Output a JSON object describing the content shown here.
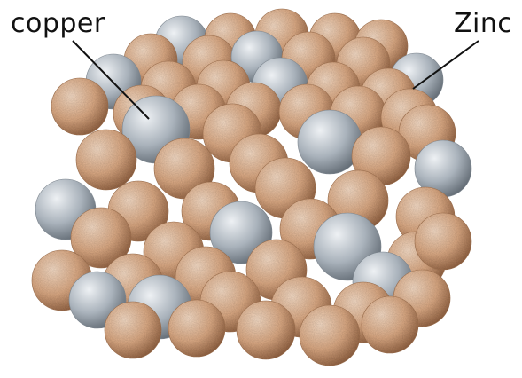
{
  "labels": {
    "copper": "copper",
    "zinc": "Zinc"
  },
  "colors": {
    "copper_light": "#f6dcc6",
    "copper_mid": "#dcaa84",
    "copper_dark": "#8f5f3f",
    "zinc_light": "#eef1f4",
    "zinc_mid": "#a9b2bb",
    "zinc_dark": "#5f6871",
    "background": "#ffffff"
  },
  "atoms": {
    "copper": "copper-atom",
    "zinc": "zinc-atom"
  }
}
